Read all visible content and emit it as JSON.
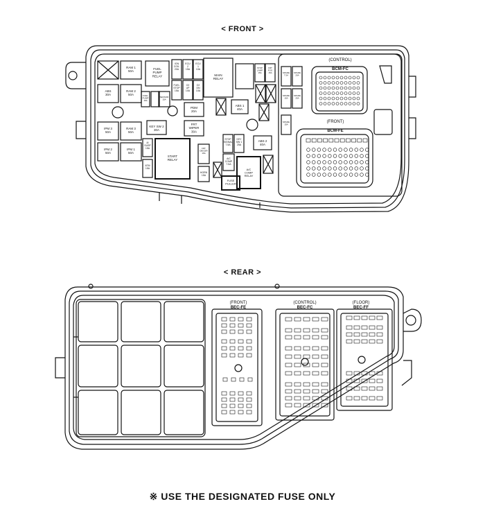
{
  "headings": {
    "front": "< FRONT >",
    "rear": "< REAR >",
    "footer": "※ USE THE DESIGNATED FUSE ONLY"
  },
  "front": {
    "fuses": [
      {
        "id": "ram1",
        "lines": [
          "RAM 1",
          "50A"
        ]
      },
      {
        "id": "ram2",
        "lines": [
          "RAM 2",
          "50A"
        ]
      },
      {
        "id": "abs",
        "lines": [
          "ABS",
          "30A"
        ]
      },
      {
        "id": "ipm3",
        "lines": [
          "IPM 3",
          "50A"
        ]
      },
      {
        "id": "ram3",
        "lines": [
          "RAM 3",
          "50A"
        ]
      },
      {
        "id": "ipm2",
        "lines": [
          "IPM 2",
          "50A"
        ]
      },
      {
        "id": "ipm1",
        "lines": [
          "IPM 1",
          "50A"
        ]
      },
      {
        "id": "fuel-pump-relay",
        "lines": [
          "FUEL",
          "PUMP",
          "RELAY"
        ]
      },
      {
        "id": "fuel-pump-fuse",
        "lines": [
          "FUEL",
          "PUMP",
          "15A"
        ]
      },
      {
        "id": "ign-coil",
        "lines": [
          "IGN",
          "COIL",
          "20A"
        ]
      },
      {
        "id": "ecu2",
        "lines": [
          "ECU",
          "2",
          "15A"
        ]
      },
      {
        "id": "ecu1",
        "lines": [
          "ECU",
          "1",
          "10A"
        ]
      },
      {
        "id": "sensor",
        "lines": [
          "SENSOR",
          "15A"
        ]
      },
      {
        "id": "fuel-stop",
        "lines": [
          "FUEL",
          "STOP",
          "15A"
        ]
      },
      {
        "id": "o2-up",
        "lines": [
          "O2",
          "UP",
          "10A"
        ]
      },
      {
        "id": "o2-dn",
        "lines": [
          "O2",
          "DN",
          "10A"
        ]
      },
      {
        "id": "main-relay",
        "lines": [
          "MAIN",
          "RELAY"
        ]
      },
      {
        "id": "stop-lamp",
        "lines": [
          "STOP",
          "LAMP",
          "15A"
        ]
      },
      {
        "id": "frt-fog",
        "lines": [
          "FRT",
          "FOG",
          "15A"
        ]
      },
      {
        "id": "pdm",
        "lines": [
          "PDM",
          "20A"
        ]
      },
      {
        "id": "key-sw2",
        "lines": [
          "KEY SW 2",
          "30A"
        ]
      },
      {
        "id": "frt-wiper",
        "lines": [
          "FRT",
          "WIPER",
          "30A"
        ]
      },
      {
        "id": "abs1",
        "lines": [
          "ABS 1",
          "40A"
        ]
      },
      {
        "id": "abs2",
        "lines": [
          "ABS 2",
          "40A"
        ]
      },
      {
        "id": "stop-signal",
        "lines": [
          "STOP",
          "SIGNAL",
          "7.5A"
        ]
      },
      {
        "id": "key-sw1",
        "lines": [
          "KEY",
          "SW 1",
          "25A"
        ]
      },
      {
        "id": "ac-comp",
        "lines": [
          "A/C",
          "COMP",
          "7.5A"
        ]
      },
      {
        "id": "ac-comp-relay",
        "lines": [
          "A/C",
          "COMP",
          "RELAY"
        ]
      },
      {
        "id": "a-susp",
        "lines": [
          "A/",
          "SUSP",
          "15A"
        ]
      },
      {
        "id": "atm",
        "lines": [
          "ATM",
          "15A"
        ]
      },
      {
        "id": "start-relay",
        "lines": [
          "START",
          "RELAY"
        ]
      },
      {
        "id": "frt-deicer",
        "lines": [
          "FRT",
          "DEICER",
          "15A"
        ]
      },
      {
        "id": "horn",
        "lines": [
          "HORN",
          "15A"
        ]
      },
      {
        "id": "fuse-puller",
        "lines": [
          "FUSE",
          "PULLER"
        ]
      },
      {
        "id": "spare1",
        "lines": [
          "SPARE",
          "7.5A"
        ]
      },
      {
        "id": "spare2",
        "lines": [
          "SPARE",
          "20A"
        ]
      },
      {
        "id": "spare3",
        "lines": [
          "SPARE",
          "15A"
        ]
      },
      {
        "id": "spare4",
        "lines": [
          "SPARE",
          "25A"
        ]
      },
      {
        "id": "spare5",
        "lines": [
          "SPARE",
          "15A"
        ]
      }
    ],
    "connectors": {
      "control_caption": "(CONTROL)",
      "control_name": "BCM-FC",
      "front_caption": "(FRONT)",
      "front_name": "BCM-FE"
    }
  },
  "rear": {
    "connectors": [
      {
        "caption": "(FRONT)",
        "name": "BEC-FE"
      },
      {
        "caption": "(CONTROL)",
        "name": "BEC-FC"
      },
      {
        "caption": "(FLOOR)",
        "name": "BEC-FF"
      }
    ]
  },
  "colors": {
    "line": "#111111",
    "background": "#ffffff"
  }
}
